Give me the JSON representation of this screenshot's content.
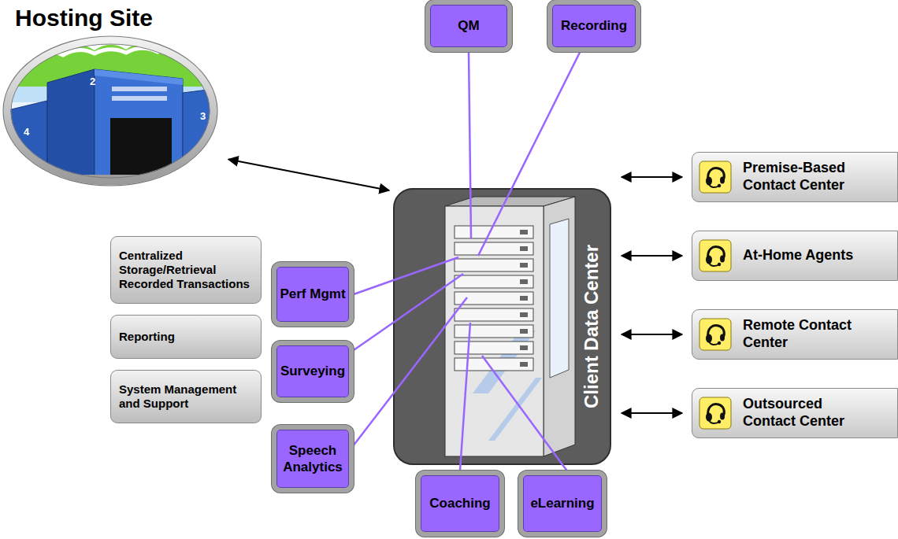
{
  "diagram": {
    "nodes": [
      {
        "text": [
          "Hosting Site"
        ]
      },
      {
        "text": [
          "QM"
        ]
      },
      {
        "text": [
          "Recording"
        ]
      },
      {
        "text": [
          "Client Data Center"
        ]
      },
      {
        "text": [
          "Premise-Based Contact Center"
        ]
      },
      {
        "text": [
          "Centralized Storage/Retrieval Recorded Transactions"
        ]
      },
      {
        "text": [
          "Perf Mgmt"
        ]
      },
      {
        "text": [
          "At-Home Agents"
        ]
      },
      {
        "text": [
          "Reporting"
        ]
      },
      {
        "text": [
          "Surveying"
        ]
      },
      {
        "text": [
          "Remote Contact Center"
        ]
      },
      {
        "text": [
          "System Management and Support"
        ]
      },
      {
        "text": [
          "Speech Analytics"
        ]
      },
      {
        "text": [
          "Outsourced Contact Center"
        ]
      },
      {
        "text": [
          "Coaching"
        ]
      },
      {
        "text": [
          "eLearning"
        ]
      }
    ],
    "edges": [
      {
        "from": 0,
        "to": 3,
        "arrow": "both"
      },
      {
        "from": 1,
        "to": 3,
        "arrow": "none"
      },
      {
        "from": 2,
        "to": 3,
        "arrow": "none"
      },
      {
        "from": 3,
        "to": 4,
        "arrow": "both"
      },
      {
        "from": 6,
        "to": 3,
        "arrow": "none"
      },
      {
        "from": 3,
        "to": 7,
        "arrow": "both"
      },
      {
        "from": 9,
        "to": 3,
        "arrow": "none"
      },
      {
        "from": 3,
        "to": 10,
        "arrow": "both"
      },
      {
        "from": 12,
        "to": 3,
        "arrow": "none"
      },
      {
        "from": 3,
        "to": 13,
        "arrow": "both"
      },
      {
        "from": 14,
        "to": 3,
        "arrow": "none"
      },
      {
        "from": 15,
        "to": 3,
        "arrow": "none"
      }
    ],
    "labels": [
      "2",
      "4",
      "3"
    ]
  }
}
